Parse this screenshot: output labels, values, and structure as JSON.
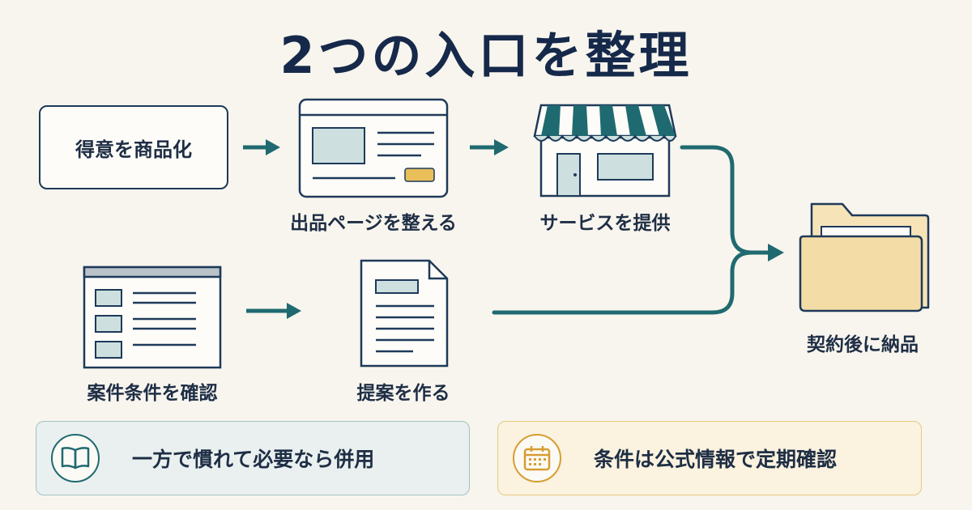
{
  "title": "2つの入口を整理",
  "flow_top": {
    "start": "得意を商品化",
    "step2": "出品ページを整える",
    "step3": "サービスを提供"
  },
  "flow_bottom": {
    "step1": "案件条件を確認",
    "step2": "提案を作る"
  },
  "end": "契約後に納品",
  "notes": {
    "left": "一方で慣れて必要なら併用",
    "right": "条件は公式情報で定期確認"
  },
  "colors": {
    "navy": "#1e3a5a",
    "teal": "#1f6a70",
    "light_teal": "#cde0df",
    "gold": "#e9bf5a",
    "folder": "#f6e4b8"
  },
  "icons": [
    "page-layout-icon",
    "storefront-icon",
    "job-listing-icon",
    "document-icon",
    "folder-icon",
    "book-icon",
    "calendar-icon"
  ]
}
